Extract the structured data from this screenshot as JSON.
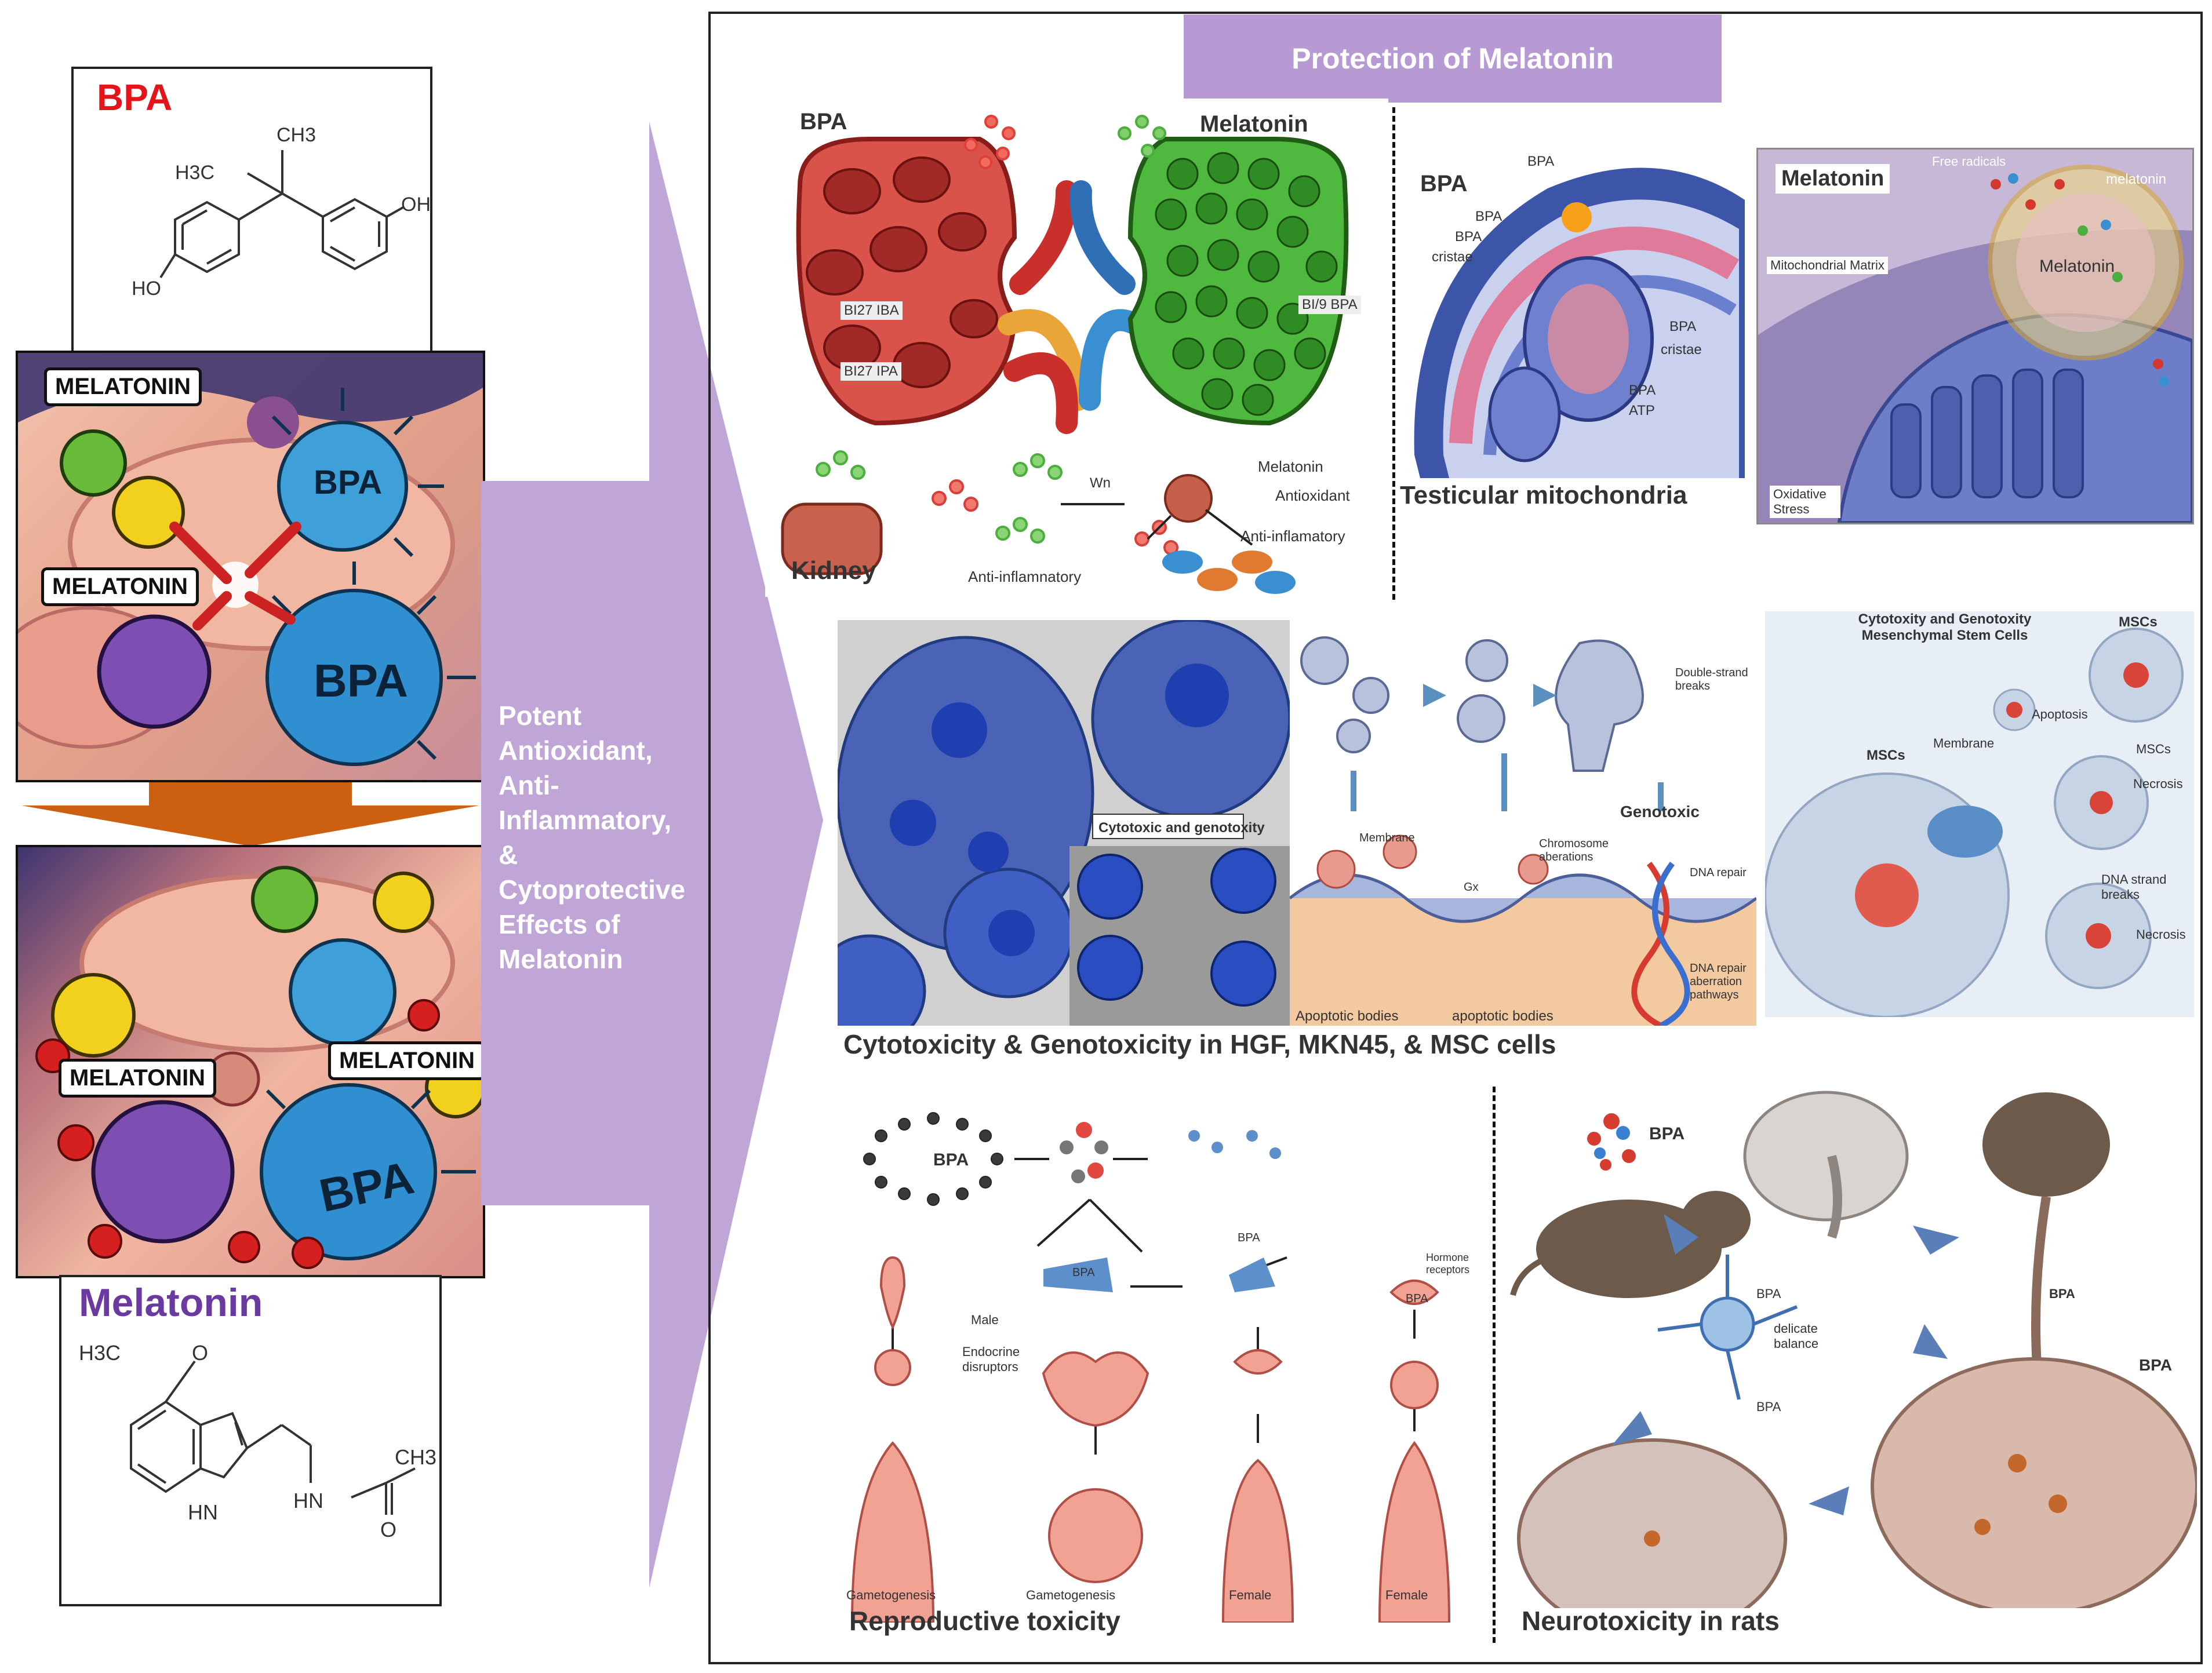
{
  "left": {
    "bpa_title": "BPA",
    "bpa_structure_labels": {
      "ch3": "CH3",
      "h3c": "H3C",
      "oh": "OH",
      "ho": "HO"
    },
    "cartoon_top_bubbles": [
      "MELATONIN",
      "MELATONIN"
    ],
    "cartoon_top_bpa_labels": [
      "BPA",
      "BPA"
    ],
    "cartoon_bottom_bubbles": [
      "MELATONIN",
      "MELATONIN"
    ],
    "cartoon_bottom_bpa_label": "BPA",
    "melatonin_title": "Melatonin",
    "melatonin_structure_labels": {
      "h3c_o": "H3C",
      "o": "O",
      "hn": "HN",
      "nh": "HN",
      "ch3": "CH3",
      "o2": "O"
    }
  },
  "arrow": {
    "text": "Potent\nAntioxidant,\nAnti-\nInflammatory,\n&\nCytoprotective\nEffects of\nMelatonin"
  },
  "main": {
    "header": "Protection of Melatonin",
    "kidney": {
      "bpa_label": "BPA",
      "melatonin_label": "Melatonin",
      "caption": "Kidney",
      "inner_labels": [
        "BI27 IBA",
        "BI27 IPA",
        "BI/9 BPA"
      ],
      "pathway_labels": {
        "melatonin": "Melatonin",
        "antioxidant": "Antioxidant",
        "anti_inflammatory": "Anti-inflamatory",
        "anti_inflamnatory": "Anti-inflamnatory",
        "wn": "Wn"
      }
    },
    "testis": {
      "bpa_label": "BPA",
      "melatonin_label": "Melatonin",
      "caption": "Testicular mitochondria",
      "left_labels": [
        "BPA",
        "BPA",
        "BPA",
        "cristae",
        "BPA",
        "cristae",
        "BPA",
        "ATP"
      ],
      "right_labels": {
        "free_radicals": "Free radicals",
        "melatonin_small": "melatonin",
        "matrix": "Mitochondrial Matrix",
        "melatonin_ball": "Melatonin",
        "stress": "Oxidative Stress"
      }
    },
    "cyto": {
      "caption": "Cytotoxicity & Genotoxicity in HGF, MKN45, & MSC cells",
      "micro_label": "Cytotoxic and genotoxity",
      "mid_labels": {
        "dsb": "Double-strand breaks",
        "genotoxic": "Genotoxic",
        "membrane": "Membrane",
        "chromosome": "Chromosome aberations",
        "dna_repair": "DNA repair",
        "gx": "Gx",
        "repair_path": "DNA repair aberration pathways",
        "apoptotic1": "Apoptotic bodies",
        "apoptotic2": "apoptotic bodies"
      },
      "right_labels": {
        "title": "Cytotoxity and Genotoxity Mesenchymal Stem Cells",
        "mscs_top": "MSCs",
        "apoptosis": "Apoptosis",
        "membrane": "Membrane",
        "mscs_left": "MSCs",
        "mscs_right": "MSCs",
        "necrosis1": "Necrosis",
        "dna_strand": "DNA strand breaks",
        "necrosis2": "Necrosis"
      }
    },
    "repro": {
      "caption": "Reproductive toxicity",
      "bpa_labels": [
        "BPA",
        "BPA",
        "BPA",
        "BPA"
      ],
      "labels": {
        "hormone": "Hormone receptors",
        "male": "Male",
        "endocrine": "Endocrine disruptors",
        "g1": "Gametogenesis",
        "g2": "Gametogenesis",
        "f1": "Female",
        "f2": "Female"
      }
    },
    "neuro": {
      "caption": "Neurotoxicity in rats",
      "labels": {
        "bpa_top": "BPA",
        "bpa1": "BPA",
        "delicate": "delicate balance",
        "bpa2": "BPA",
        "bpa3": "BPA",
        "bpa4": "BPA"
      }
    }
  },
  "colors": {
    "red": "#e4141b",
    "purple": "#6a3aa0",
    "arrow": "#bfa6d6",
    "header_bg": "#b79ad3",
    "orange_arrow": "#cc6010"
  }
}
